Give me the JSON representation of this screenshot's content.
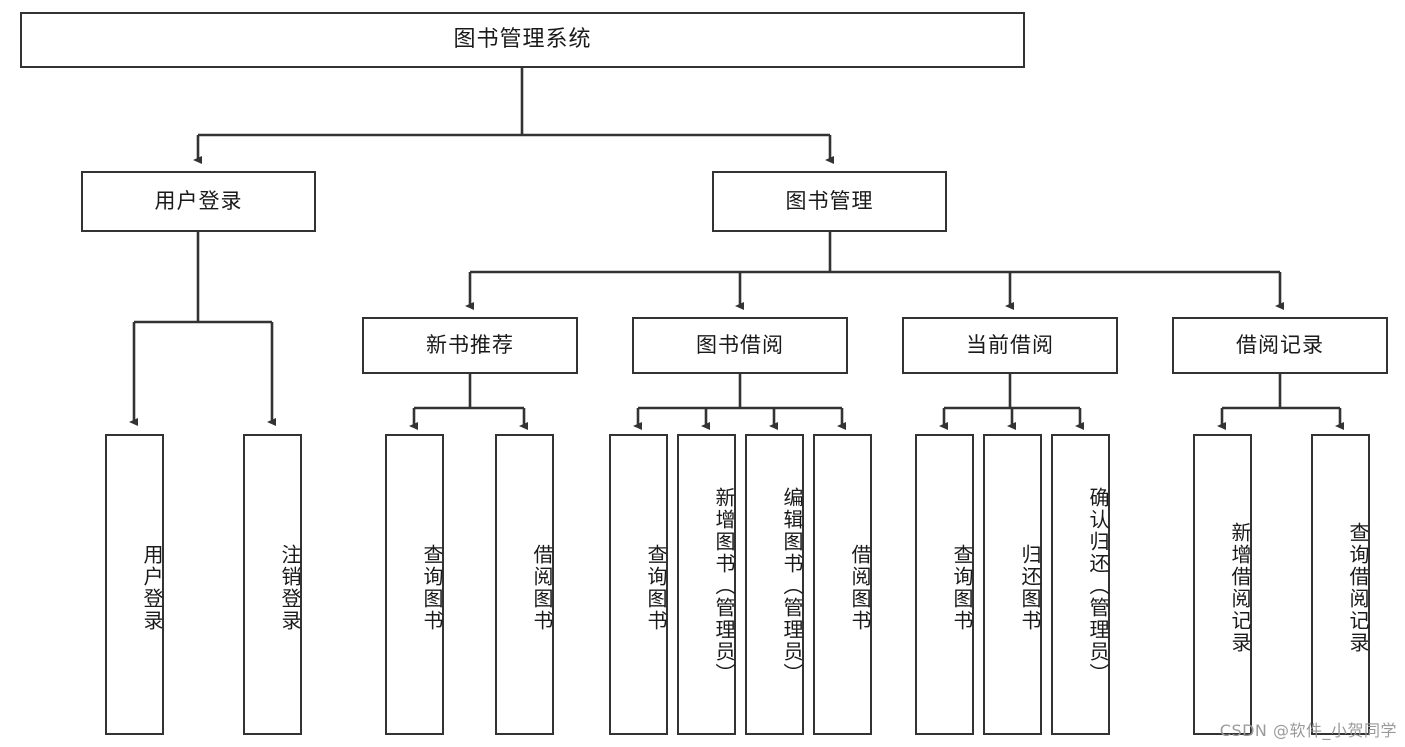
{
  "diagram": {
    "title": "图书管理系统",
    "type": "tree-hierarchy-chart",
    "root": {
      "label": "图书管理系统"
    },
    "level2": [
      {
        "label": "用户登录"
      },
      {
        "label": "图书管理"
      }
    ],
    "level3": [
      {
        "label": "新书推荐"
      },
      {
        "label": "图书借阅"
      },
      {
        "label": "当前借阅"
      },
      {
        "label": "借阅记录"
      }
    ],
    "leaves": {
      "user_login": [
        {
          "label": "用户登录"
        },
        {
          "label": "注销登录"
        }
      ],
      "new_book_recommend": [
        {
          "label": "查询图书"
        },
        {
          "label": "借阅图书"
        }
      ],
      "book_borrow": [
        {
          "label": "查询图书"
        },
        {
          "label": "新增图书（管理员）"
        },
        {
          "label": "编辑图书（管理员）"
        },
        {
          "label": "借阅图书"
        }
      ],
      "current_borrow": [
        {
          "label": "查询图书"
        },
        {
          "label": "归还图书"
        },
        {
          "label": "确认归还（管理员）"
        }
      ],
      "borrow_record": [
        {
          "label": "新增借阅记录"
        },
        {
          "label": "查询借阅记录"
        }
      ]
    }
  },
  "watermark": {
    "text": "CSDN @软件_小贺同学"
  },
  "colors": {
    "background": "#ffffff",
    "border": "#333333",
    "text": "#1a1a1a",
    "edge": "#333333",
    "watermark": "#9a9a9a"
  }
}
